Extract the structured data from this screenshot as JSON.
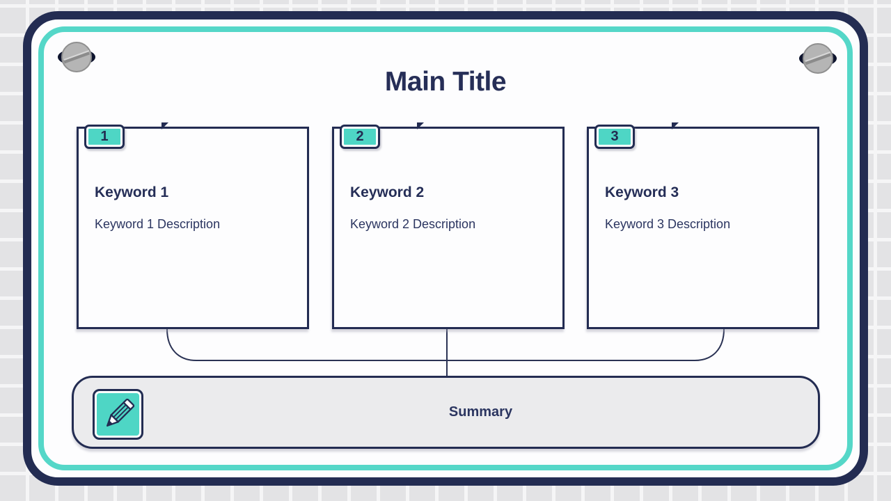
{
  "title": "Main Title",
  "cards": [
    {
      "number": "1",
      "keyword": "Keyword 1",
      "description": "Keyword 1 Description"
    },
    {
      "number": "2",
      "keyword": "Keyword 2",
      "description": "Keyword 2 Description"
    },
    {
      "number": "3",
      "keyword": "Keyword 3",
      "description": "Keyword 3 Description"
    }
  ],
  "summary": {
    "label": "Summary"
  },
  "icons": {
    "pencil": "pencil-icon",
    "screw_left": "screw-icon",
    "screw_right": "screw-icon"
  },
  "colors": {
    "navy": "#232c52",
    "teal": "#4ed6c5",
    "teal_ring": "#55d7c8",
    "card_bg": "#fdfdfe",
    "summary_bg": "#ebebed",
    "tile": "#e3e3e5",
    "tile_gap": "#f5f5f6",
    "text": "#2b3560"
  }
}
